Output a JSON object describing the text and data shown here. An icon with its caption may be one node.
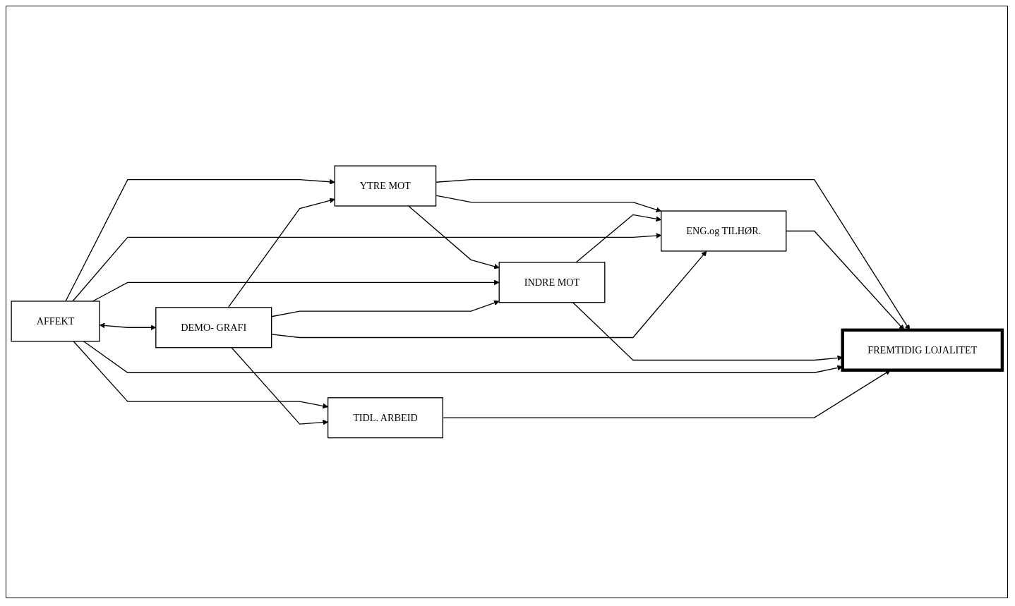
{
  "diagram": {
    "nodes": [
      {
        "text": [
          "YTRE MOT"
        ]
      },
      {
        "text": [
          "ENG.og TILHØR."
        ]
      },
      {
        "text": [
          "INDRE MOT"
        ]
      },
      {
        "text": [
          "FREMTIDIG LOJALITET"
        ]
      },
      {
        "text": [
          "AFFEKT"
        ]
      },
      {
        "text": [
          "DEMO- GRAFI"
        ]
      },
      {
        "text": [
          "TIDL. ARBEID"
        ]
      }
    ],
    "edges": [
      {
        "from": 0,
        "to": 1,
        "arrow": "to"
      },
      {
        "from": 0,
        "to": 2,
        "arrow": "to"
      },
      {
        "from": 0,
        "to": 3,
        "arrow": "to"
      },
      {
        "from": 1,
        "to": 3,
        "arrow": "to"
      },
      {
        "from": 2,
        "to": 1,
        "arrow": "to"
      },
      {
        "from": 2,
        "to": 3,
        "arrow": "to"
      },
      {
        "from": 4,
        "to": 0,
        "arrow": "to"
      },
      {
        "from": 4,
        "to": 2,
        "arrow": "to"
      },
      {
        "from": 4,
        "to": 1,
        "arrow": "to"
      },
      {
        "from": 4,
        "to": 3,
        "arrow": "to"
      },
      {
        "from": 4,
        "to": 5,
        "arrow": "both"
      },
      {
        "from": 4,
        "to": 6,
        "arrow": "to"
      },
      {
        "from": 5,
        "to": 0,
        "arrow": "to"
      },
      {
        "from": 5,
        "to": 2,
        "arrow": "to"
      },
      {
        "from": 5,
        "to": 1,
        "arrow": "to"
      },
      {
        "from": 5,
        "to": 6,
        "arrow": "to"
      },
      {
        "from": 6,
        "to": 3,
        "arrow": "to"
      }
    ]
  }
}
